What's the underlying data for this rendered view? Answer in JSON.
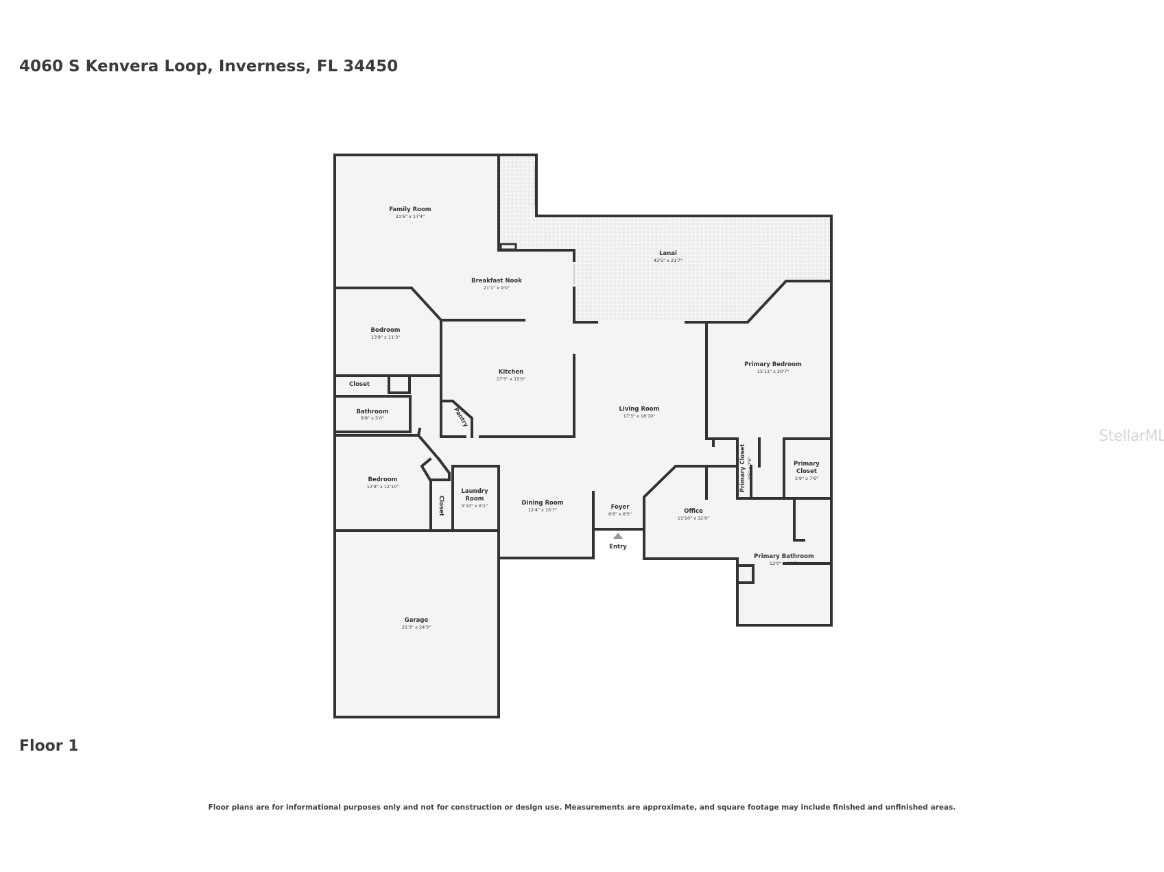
{
  "header": {
    "address": "4060 S Kenvera Loop, Inverness, FL 34450"
  },
  "floor_label": "Floor 1",
  "disclaimer": "Floor plans are for informational purposes only and not for construction or design use. Measurements are approximate, and square footage may include finished and unfinished areas.",
  "watermark": "StellarMLS",
  "rooms": {
    "family_room": {
      "name": "Family Room",
      "dim": "21'6\" x 17'4\""
    },
    "breakfast_nook": {
      "name": "Breakfast Nook",
      "dim": "21'1\" x 9'0\""
    },
    "lanai": {
      "name": "Lanai",
      "dim": "43'5\" x 21'7\""
    },
    "bedroom_1": {
      "name": "Bedroom",
      "dim": "13'8\" x 11'3\""
    },
    "kitchen": {
      "name": "Kitchen",
      "dim": "17'5\" x 15'0\""
    },
    "primary_bedroom": {
      "name": "Primary Bedroom",
      "dim": "15'11\" x 20'7\""
    },
    "closet_1": {
      "name": "Closet"
    },
    "bathroom": {
      "name": "Bathroom",
      "dim": "9'8\" x 5'0\""
    },
    "pantry": {
      "name": "Pantry"
    },
    "living_room": {
      "name": "Living Room",
      "dim": "17'3\" x 18'10\""
    },
    "primary_closet_1": {
      "name": "Primary Closet",
      "dim": "2'5\" x 7'6\""
    },
    "primary_closet_2": {
      "name_l1": "Primary",
      "name_l2": "Closet",
      "dim": "5'9\" x 7'6\""
    },
    "bedroom_2": {
      "name": "Bedroom",
      "dim": "12'8\" x 12'10\""
    },
    "closet_2": {
      "name": "Closet"
    },
    "laundry": {
      "name_l1": "Laundry",
      "name_l2": "Room",
      "dim": "5'10\" x 8'1\""
    },
    "dining_room": {
      "name": "Dining Room",
      "dim": "12'4\" x 15'7\""
    },
    "foyer": {
      "name": "Foyer",
      "dim": "6'6\" x 8'5\""
    },
    "office": {
      "name": "Office",
      "dim": "11'10\" x 12'0\""
    },
    "primary_bathroom": {
      "name": "Primary Bathroom",
      "dim": "12'0\" x 16'5\""
    },
    "garage": {
      "name": "Garage",
      "dim": "21'3\" x 24'3\""
    }
  },
  "entry_label": "Entry"
}
